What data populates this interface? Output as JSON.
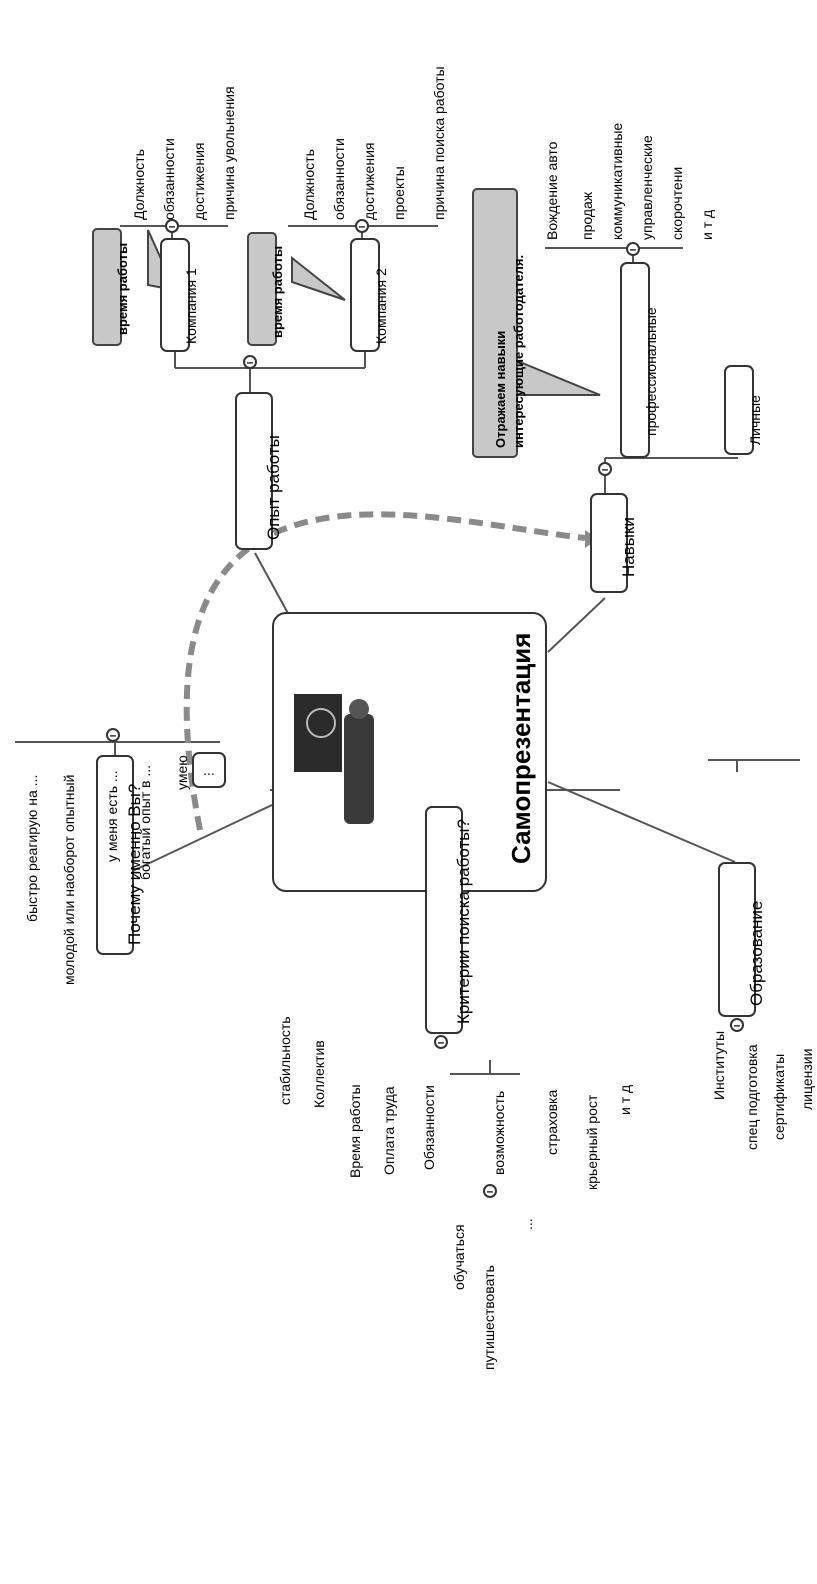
{
  "central": {
    "title": "Самопрезентация"
  },
  "branches": {
    "experience": {
      "label": "Опыт работы",
      "companies": [
        {
          "label": "Компания 1",
          "callout": "время работы",
          "items": [
            "Должность",
            "обязанности",
            "достижения",
            "причина увольнения"
          ]
        },
        {
          "label": "Компания 2",
          "callout": "время работы",
          "items": [
            "Должность",
            "обязанности",
            "достижения",
            "проекты",
            "причина поиска работы"
          ]
        }
      ]
    },
    "skills": {
      "label": "Навыки",
      "callout_line1": "Отражаем навыки",
      "callout_line2": "интересующие работодателя.",
      "professional": {
        "label": "профессиональные",
        "items": [
          "Вождение авто",
          "продаж",
          "коммуникативные",
          "управленческие",
          "скорочтени",
          "и т д"
        ]
      },
      "personal": {
        "label": "Личные"
      }
    },
    "why_you": {
      "label": "Почему именно Вы?",
      "items": [
        "быстро реагирую на ...",
        "молодой или наоборот опытный",
        "у меня есть ...",
        "богатый опыт в ...",
        "умею",
        "..."
      ]
    },
    "criteria": {
      "label": "Критерии поиска работы?",
      "items": [
        "стабильность",
        "Коллектив",
        "Время работы",
        "Оплата труда",
        "Обязанности",
        "возможность",
        "страховка",
        "крьерный рост",
        "и т д"
      ],
      "opportunity_sub": [
        "обучаться",
        "путишествовать",
        "..."
      ]
    },
    "education": {
      "label": "Образование",
      "items": [
        "Институты",
        "спец подготовка",
        "сертификаты",
        "лицензии"
      ]
    }
  },
  "collapse_symbol": "–"
}
